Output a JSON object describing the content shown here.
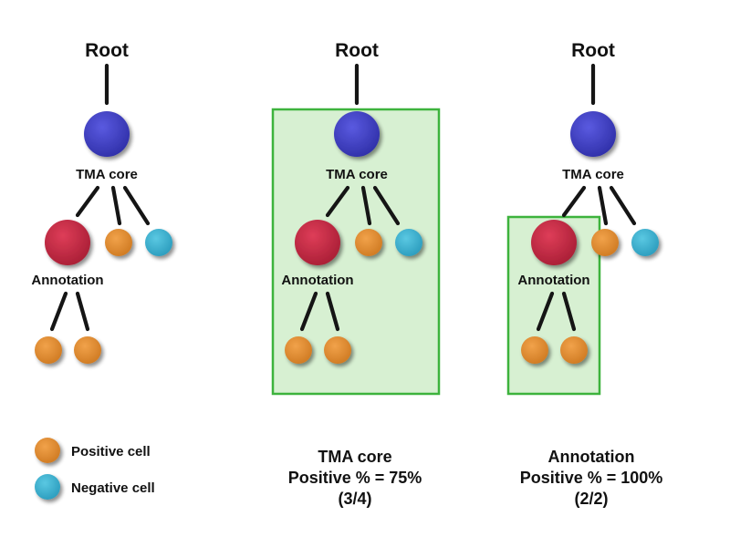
{
  "trees": [
    {
      "root_label": "Root",
      "core_label": "TMA core",
      "annotation_label": "Annotation",
      "highlight": "none",
      "caption": {
        "line1": "",
        "line2": "",
        "line3": ""
      }
    },
    {
      "root_label": "Root",
      "core_label": "TMA core",
      "annotation_label": "Annotation",
      "highlight": "core",
      "caption": {
        "line1": "TMA core",
        "line2": "Positive % = 75%",
        "line3": "(3/4)"
      }
    },
    {
      "root_label": "Root",
      "core_label": "TMA core",
      "annotation_label": "Annotation",
      "highlight": "annotation",
      "caption": {
        "line1": "Annotation",
        "line2": "Positive % = 100%",
        "line3": "(2/2)"
      }
    }
  ],
  "legend": {
    "positive": {
      "label": "Positive cell",
      "color": "#e08a2e"
    },
    "negative": {
      "label": "Negative cell",
      "color": "#3bb0cf"
    }
  },
  "colors": {
    "core_node": "#3f3fc2",
    "annotation_node": "#c42a43",
    "highlight_fill": "#d7f0d2",
    "highlight_stroke": "#3db33d"
  }
}
